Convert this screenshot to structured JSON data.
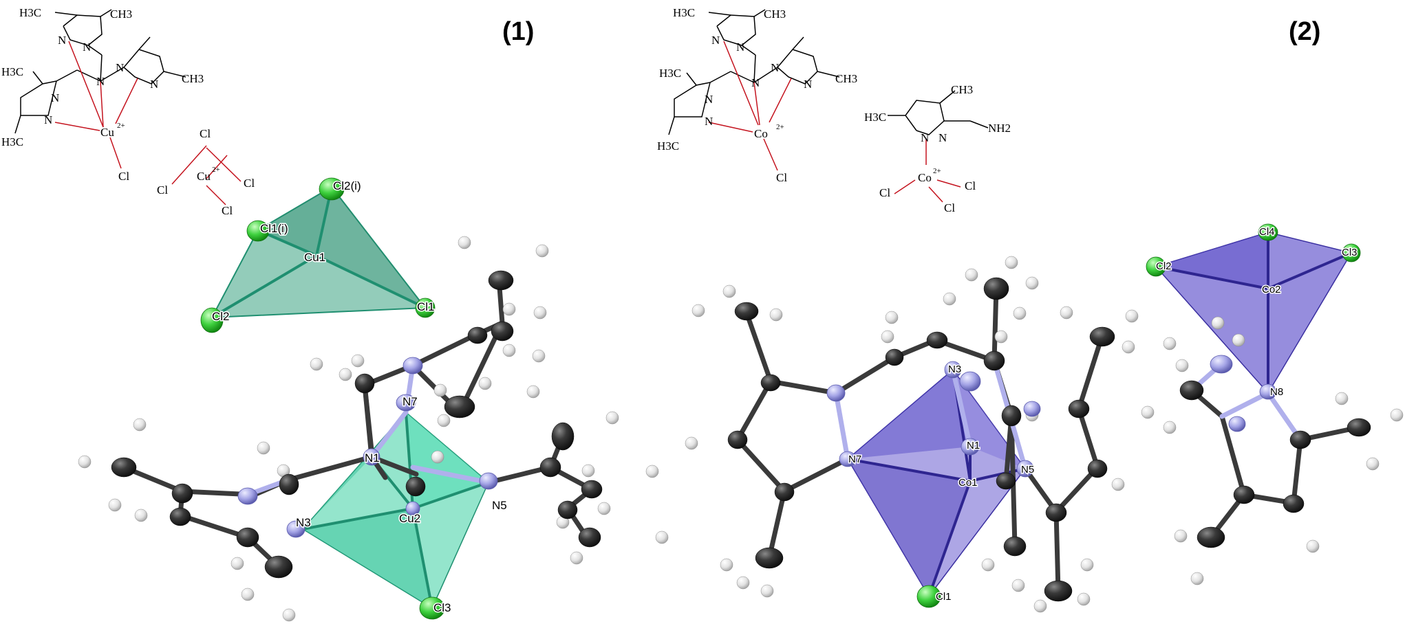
{
  "panels": {
    "left": {
      "label": "(1)"
    },
    "right": {
      "label": "(2)"
    }
  },
  "scheme_1": {
    "methyl": "H3C",
    "methyl_right": "CH3",
    "n": "N",
    "metal": "Cu",
    "charge": "2+",
    "chloride": "Cl"
  },
  "scheme_2": {
    "methyl": "H3C",
    "methyl_right": "CH3",
    "n": "N",
    "metal": "Co",
    "charge": "2+",
    "chloride": "Cl",
    "amine": "NH2"
  },
  "structure_1_labels": {
    "cl2i": "Cl2(i)",
    "cl1i": "Cl1(i)",
    "cu1": "Cu1",
    "cl1": "Cl1",
    "cl2": "Cl2",
    "n7": "N7",
    "n1": "N1",
    "cu2": "Cu2",
    "n3": "N3",
    "n5": "N5",
    "cl3": "Cl3"
  },
  "structure_2_labels": {
    "cl4": "Cl4",
    "cl2": "Cl2",
    "cl3": "Cl3",
    "co2": "Co2",
    "n8": "N8",
    "n3": "N3",
    "n1": "N1",
    "n7": "N7",
    "co1": "Co1",
    "n5": "N5",
    "cl1": "Cl1"
  },
  "colors": {
    "cu_polyhedron": "#3ccfa3",
    "cu_polyhedron_dark": "#1f8f70",
    "co_polyhedron": "#6a5ccf",
    "co_polyhedron_dark": "#3a2fa0",
    "carbon": "#2e2e2e",
    "nitrogen": "#a9a9e8",
    "hydrogen": "#e6e6e6",
    "chlorine": "#3fd13f",
    "coordination_bond": "#c4131e"
  }
}
